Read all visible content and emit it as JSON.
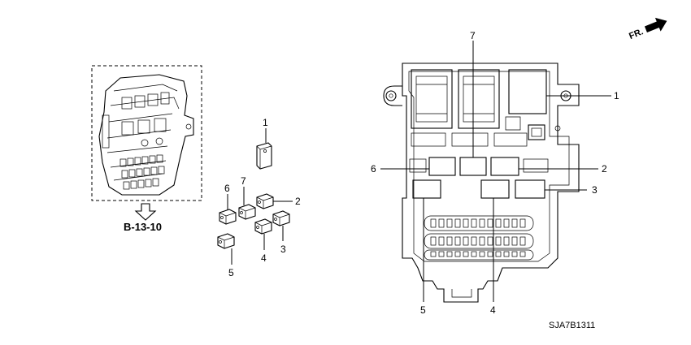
{
  "reference": {
    "text": "B-13-10"
  },
  "front_marker": {
    "text": "FR."
  },
  "diagram_code": {
    "text": "SJA7B1311"
  },
  "callouts_small": [
    "1",
    "7",
    "6",
    "2",
    "4",
    "3",
    "5"
  ],
  "callouts_box": [
    "7",
    "1",
    "6",
    "2",
    "3",
    "5",
    "4"
  ]
}
